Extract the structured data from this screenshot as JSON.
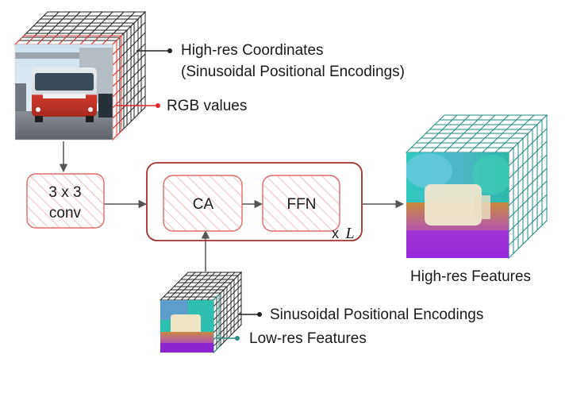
{
  "labels": {
    "high_res_coordinates": "High-res Coordinates",
    "sinusoidal_pe_paren": "(Sinusoidal Positional Encodings)",
    "rgb_values": "RGB values",
    "conv_line1": "3 x 3",
    "conv_line2": "conv",
    "ca": "CA",
    "ffn": "FFN",
    "repeat_x": "x",
    "repeat_l": "L",
    "high_res_features": "High-res Features",
    "sinusoidal_pe": "Sinusoidal Positional Encodings",
    "low_res_features": "Low-res Features"
  },
  "colors": {
    "box_border": "#e06a6a",
    "hatch": "#e89090",
    "transformer_border": "#a53030",
    "arrow": "#555555",
    "red_marker": "#e0262d",
    "teal_marker": "#2a8f86",
    "black_marker": "#222222",
    "grid_dark": "#222222",
    "grid_teal": "#1f8a80",
    "grid_red": "#e03a3a"
  },
  "icons": {
    "input_image": "bus-photo-icon",
    "high_res_features_image": "feature-map-icon",
    "low_res_features_image": "feature-map-icon"
  }
}
